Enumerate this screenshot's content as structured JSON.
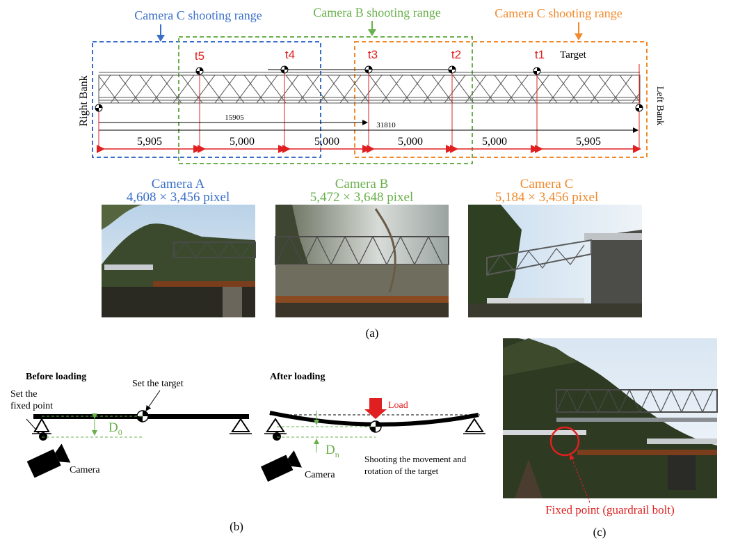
{
  "panel_a": {
    "ranges": {
      "left_label": "Camera C shooting range",
      "mid_label": "Camera B shooting range",
      "right_label": "Camera C shooting range",
      "left_color": "#3a6fc9",
      "mid_color": "#6ab04c",
      "right_color": "#f08a2c"
    },
    "target_label": "Target",
    "targets": [
      "t5",
      "t4",
      "t3",
      "t2",
      "t1"
    ],
    "target_color": "#e02020",
    "bank_right": "Right Bank",
    "bank_left": "Left Bank",
    "dim_long_1": "15905",
    "dim_long_2": "31810",
    "segments": [
      "5,905",
      "5,000",
      "5,000",
      "5,000",
      "5,000",
      "5,905"
    ],
    "cameras": [
      {
        "name": "Camera A",
        "res": "4,608 × 3,456 pixel",
        "color": "#3a6fc9"
      },
      {
        "name": "Camera B",
        "res": "5,472 × 3,648 pixel",
        "color": "#6ab04c"
      },
      {
        "name": "Camera C",
        "res": "5,184 × 3,456 pixel",
        "color": "#f08a2c"
      }
    ],
    "caption": "(a)"
  },
  "panel_b": {
    "before_title": "Before loading",
    "after_title": "After loading",
    "set_target": "Set the target",
    "set_fixed_line1": "Set the",
    "set_fixed_line2": "fixed point",
    "d0": "D",
    "d0_sub": "0",
    "dn": "D",
    "dn_sub": "n",
    "load": "Load",
    "camera": "Camera",
    "shoot_line1": "Shooting the movement and",
    "shoot_line2": "rotation of the target",
    "caption": "(b)"
  },
  "panel_c": {
    "fixed_point_label": "Fixed point (guardrail bolt)",
    "caption": "(c)"
  }
}
